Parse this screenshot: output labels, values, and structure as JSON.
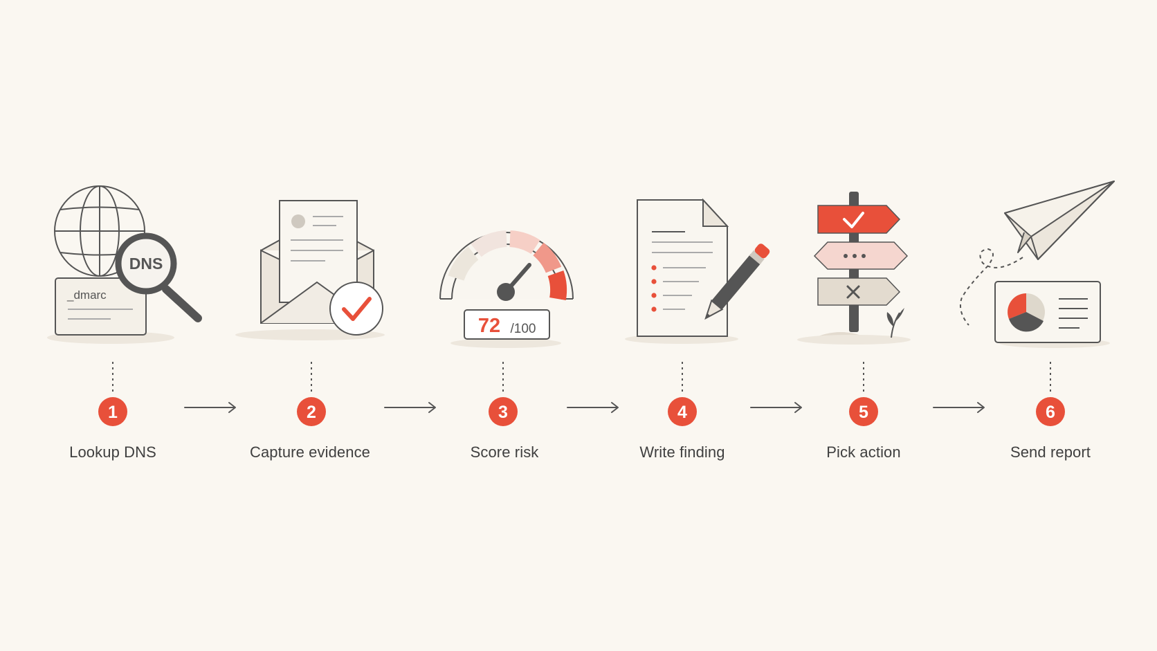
{
  "colors": {
    "background": "#faf7f1",
    "accent": "#e8503a",
    "ink": "#4a4a4a",
    "paper": "#f2eee6",
    "pale_accent": "#f5d6cf"
  },
  "steps": [
    {
      "number": "1",
      "label": "Lookup DNS",
      "icon": "globe-dns-magnifier-icon",
      "icon_texts": {
        "magnifier": "DNS",
        "record": "_dmarc"
      }
    },
    {
      "number": "2",
      "label": "Capture evidence",
      "icon": "envelope-check-icon"
    },
    {
      "number": "3",
      "label": "Score risk",
      "icon": "gauge-icon",
      "score": {
        "value": "72",
        "max": "/100"
      }
    },
    {
      "number": "4",
      "label": "Write finding",
      "icon": "document-pencil-icon"
    },
    {
      "number": "5",
      "label": "Pick action",
      "icon": "signpost-icon"
    },
    {
      "number": "6",
      "label": "Send report",
      "icon": "paper-plane-report-icon"
    }
  ]
}
